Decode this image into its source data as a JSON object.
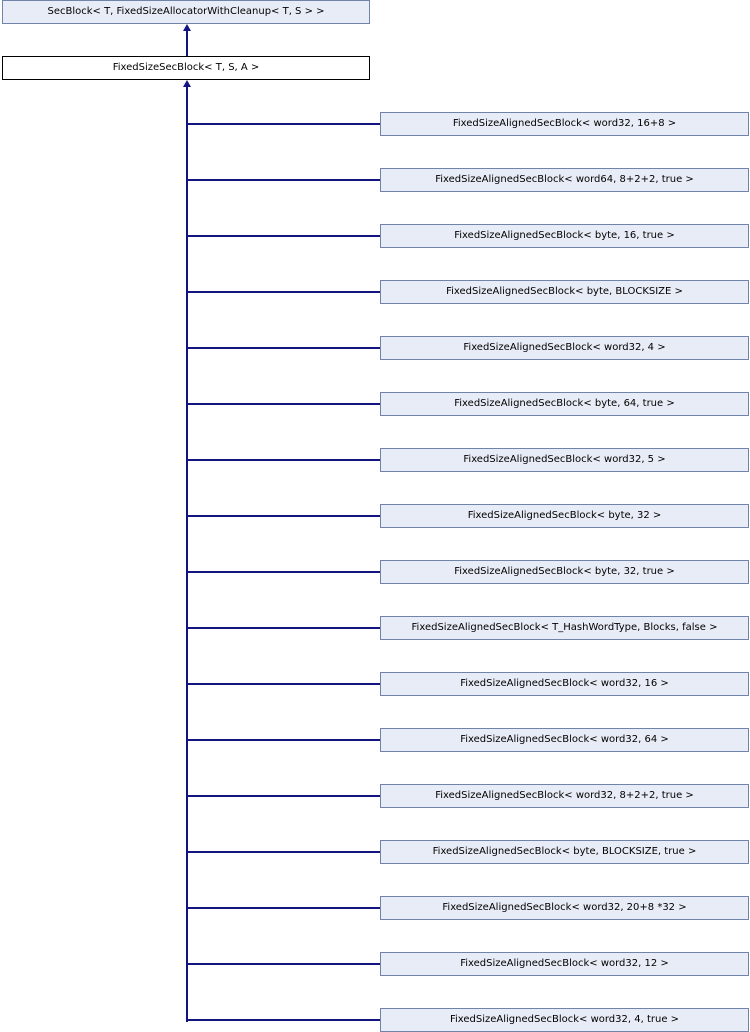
{
  "diagram": {
    "type": "class-inheritance-graph",
    "title": "Inheritance diagram for FixedSizeSecBlock",
    "colors": {
      "node_fill": "#e8ecf6",
      "node_border": "#7083ab",
      "current_node_fill": "#ffffff",
      "current_node_border": "#000000",
      "edge": "#14147f",
      "background": "#ffffff",
      "text": "#000000"
    },
    "base": {
      "label": "SecBlock< T, FixedSizeAllocatorWithCleanup< T, S > >"
    },
    "current": {
      "label": "FixedSizeSecBlock< T, S, A >"
    },
    "derived": [
      {
        "label": "FixedSizeAlignedSecBlock< word32, 16+8 >"
      },
      {
        "label": "FixedSizeAlignedSecBlock< word64, 8+2+2, true >"
      },
      {
        "label": "FixedSizeAlignedSecBlock< byte, 16, true >"
      },
      {
        "label": "FixedSizeAlignedSecBlock< byte, BLOCKSIZE >"
      },
      {
        "label": "FixedSizeAlignedSecBlock< word32, 4 >"
      },
      {
        "label": "FixedSizeAlignedSecBlock< byte, 64, true >"
      },
      {
        "label": "FixedSizeAlignedSecBlock< word32, 5 >"
      },
      {
        "label": "FixedSizeAlignedSecBlock< byte, 32 >"
      },
      {
        "label": "FixedSizeAlignedSecBlock< byte, 32, true >"
      },
      {
        "label": "FixedSizeAlignedSecBlock< T_HashWordType, Blocks, false >"
      },
      {
        "label": "FixedSizeAlignedSecBlock< word32, 16 >"
      },
      {
        "label": "FixedSizeAlignedSecBlock< word32, 64 >"
      },
      {
        "label": "FixedSizeAlignedSecBlock< word32, 8+2+2, true >"
      },
      {
        "label": "FixedSizeAlignedSecBlock< byte, BLOCKSIZE, true >"
      },
      {
        "label": "FixedSizeAlignedSecBlock< word32, 20+8 *32 >"
      },
      {
        "label": "FixedSizeAlignedSecBlock< word32, 12 >"
      },
      {
        "label": "FixedSizeAlignedSecBlock< word32, 4, true >"
      }
    ]
  }
}
